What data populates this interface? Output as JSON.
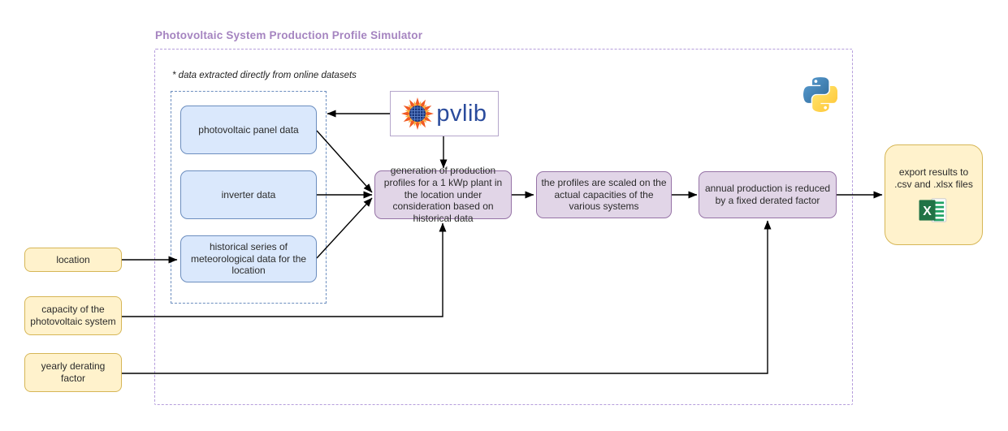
{
  "title": "Photovoltaic System Production Profile Simulator",
  "note": "* data extracted directly from online datasets",
  "datasets": {
    "panel": "photovoltaic panel data",
    "inverter": "inverter data",
    "weather": "historical series of meteorological data for the location"
  },
  "processes": {
    "generation": "generation of production profiles for a 1 kWp plant in the location under consideration based on historical data",
    "scaling": "the profiles are scaled on the actual capacities of the various systems",
    "derating": "annual production is reduced by a fixed derated factor"
  },
  "inputs": {
    "location": "location",
    "capacity": "capacity of the photovoltaic system",
    "derating_factor": "yearly derating factor"
  },
  "output": {
    "export_label": "export results to .csv and .xlsx files"
  },
  "logos": {
    "pvlib": "pvlib"
  },
  "icons": {
    "excel_letter": "X"
  },
  "colors": {
    "title_purple": "#a584c0",
    "outer_container_dash": "#b59ddc",
    "inner_container_dash": "#6c8ebf",
    "node_blue_fill": "#dae8fc",
    "node_blue_stroke": "#6c8ebf",
    "node_purple_fill": "#e1d5e7",
    "node_purple_stroke": "#9673a6",
    "node_yellow_fill": "#fff2cc",
    "node_yellow_stroke": "#d6b656",
    "arrow": "#000000",
    "pvlib_blue": "#2a4b9c",
    "pvlib_orange": "#f15a24",
    "pvlib_gold": "#fbb040",
    "python_blue": "#366994",
    "python_yellow": "#ffc331",
    "excel_green": "#217346"
  }
}
